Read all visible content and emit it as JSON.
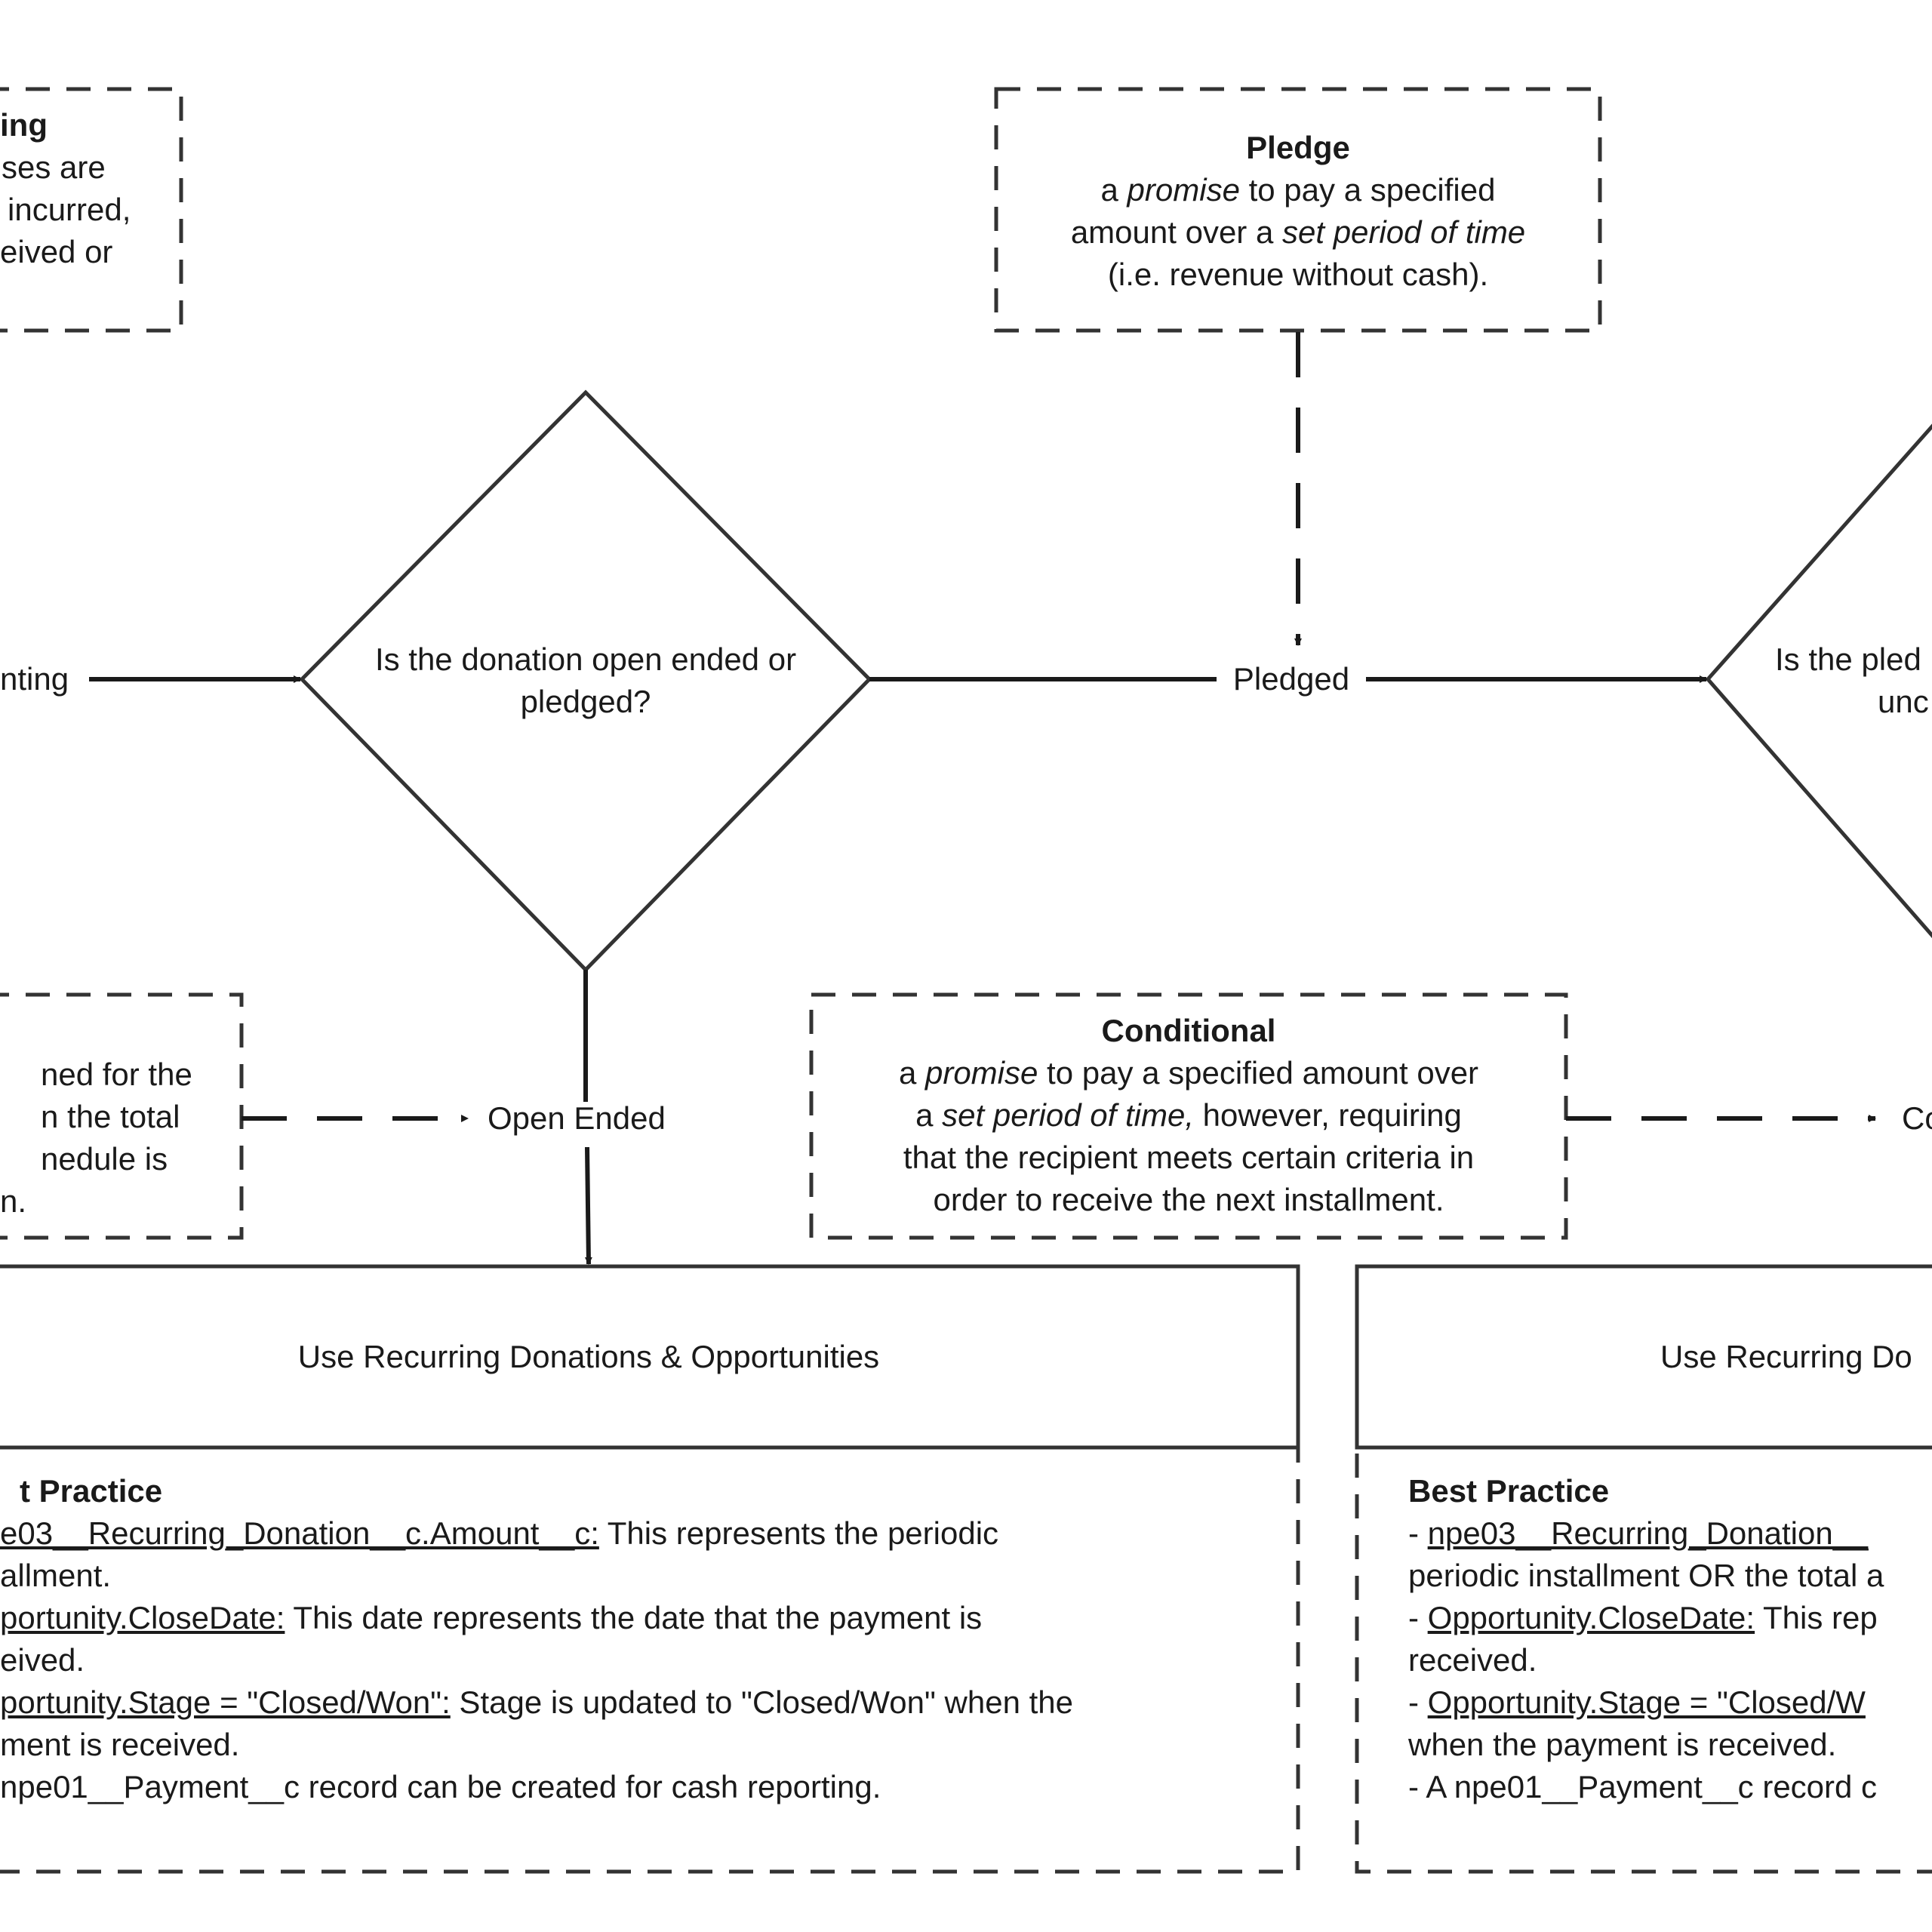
{
  "boxes": {
    "accrual": {
      "title": "ing",
      "lines": [
        "ses are",
        "incurred,",
        "eived or"
      ]
    },
    "pledge": {
      "title": "Pledge",
      "line1_pre": "a ",
      "line1_em": "promise",
      "line1_post": " to pay a specified",
      "line2_pre": "amount over a ",
      "line2_em": "set period of time",
      "line3": "(i.e. revenue without cash)."
    },
    "open_ended_note": {
      "lines": [
        "ned for the",
        "n the total",
        "nedule is",
        "n."
      ]
    },
    "conditional": {
      "title": "Conditional",
      "line1_pre": "a ",
      "line1_em": "promise",
      "line1_post": " to pay a specified amount over",
      "line2_pre": "a ",
      "line2_em": "set period of time,",
      "line2_post": " however, requiring",
      "line3": "that the recipient meets certain criteria in",
      "line4": "order to receive the next installment."
    }
  },
  "decisions": {
    "left": {
      "line1": "Is the donation open ended or",
      "line2": "pledged?"
    },
    "right": {
      "line1": "Is the pled",
      "line2": "unc"
    }
  },
  "labels": {
    "incoming": "nting",
    "pledged": "Pledged",
    "open_ended": "Open Ended",
    "conditional_branch": "Co"
  },
  "actions": {
    "left": {
      "title": "Use Recurring Donations & Opportunities",
      "best_practice": {
        "heading": "t Practice",
        "items": [
          {
            "u": "e03__Recurring_Donation__c.Amount__c:",
            "t": " This represents the periodic"
          },
          {
            "u": "",
            "t": "allment."
          },
          {
            "u": "portunity.CloseDate:",
            "t": " This date represents the date that the payment is"
          },
          {
            "u": "",
            "t": "eived."
          },
          {
            "u": "portunity.Stage = \"Closed/Won\":",
            "t": " Stage is updated to \"Closed/Won\" when the"
          },
          {
            "u": "",
            "t": "ment is received."
          },
          {
            "u": "",
            "t": "npe01__Payment__c record can be created for cash reporting."
          }
        ]
      }
    },
    "right": {
      "title": "Use Recurring Do",
      "best_practice": {
        "heading": "Best Practice",
        "items": [
          {
            "p": "- ",
            "u": "npe03__Recurring_Donation__",
            "t": ""
          },
          {
            "p": "",
            "u": "",
            "t": "periodic installment OR the total a"
          },
          {
            "p": "- ",
            "u": "Opportunity.CloseDate:",
            "t": " This rep"
          },
          {
            "p": "",
            "u": "",
            "t": "received."
          },
          {
            "p": "- ",
            "u": "Opportunity.Stage = \"Closed/W",
            "t": ""
          },
          {
            "p": "",
            "u": "",
            "t": "when the payment is received."
          },
          {
            "p": "",
            "u": "",
            "t": "- A npe01__Payment__c record c"
          }
        ]
      }
    }
  }
}
